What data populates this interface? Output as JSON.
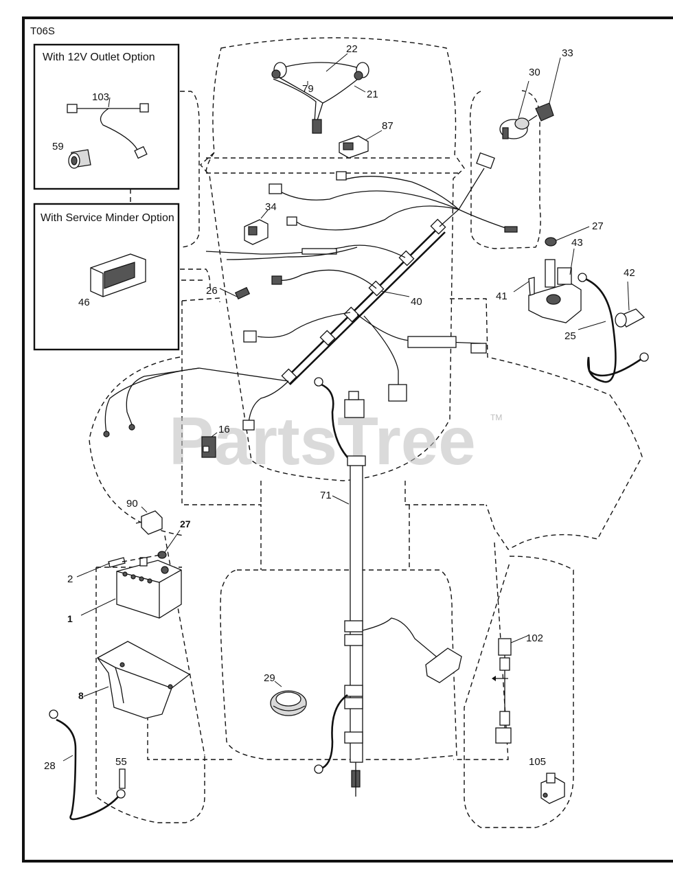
{
  "diagram_code": "T06S",
  "insets": {
    "outlet_option": {
      "title": "With 12V Outlet Option",
      "parts": [
        "103",
        "59"
      ]
    },
    "service_minder_option": {
      "title": "With Service Minder Option",
      "parts": [
        "46"
      ]
    }
  },
  "watermark": {
    "text": "PartsTree",
    "mark": "TM"
  },
  "callouts": {
    "p1": "1",
    "p2": "2",
    "p8": "8",
    "p16": "16",
    "p21": "21",
    "p22": "22",
    "p25": "25",
    "p26": "26",
    "p27a": "27",
    "p27b": "27",
    "p28": "28",
    "p29": "29",
    "p30": "30",
    "p33": "33",
    "p34": "34",
    "p40": "40",
    "p41": "41",
    "p42": "42",
    "p43": "43",
    "p46": "46",
    "p55": "55",
    "p59": "59",
    "p71": "71",
    "p79": "79",
    "p87": "87",
    "p90": "90",
    "p102": "102",
    "p103": "103",
    "p105": "105"
  }
}
